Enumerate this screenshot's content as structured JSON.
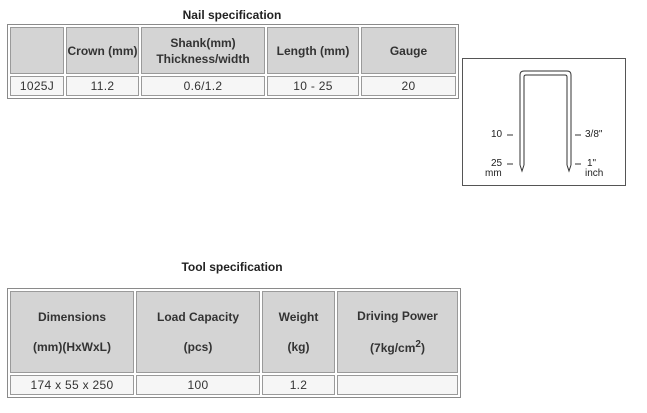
{
  "nail": {
    "title": "Nail specification",
    "headers": {
      "blank": "",
      "crown": "Crown (mm)",
      "shank_line1": "Shank(mm)",
      "shank_line2": "Thickness/width",
      "length": "Length (mm)",
      "gauge": "Gauge"
    },
    "row": [
      "1025J",
      "11.2",
      "0.6/1.2",
      "10 - 25",
      "20"
    ]
  },
  "diagram": {
    "left_top": "10",
    "left_bottom_num": "25",
    "left_bottom_unit": "mm",
    "right_top": "3/8\"",
    "right_bottom_num": "1\"",
    "right_bottom_unit": "inch"
  },
  "tool": {
    "title": "Tool specification",
    "headers": {
      "dimensions_line1": "Dimensions",
      "dimensions_line2": "(mm)(HxWxL)",
      "load_line1": "Load Capacity",
      "load_line2": "(pcs)",
      "weight_line1": "Weight",
      "weight_line2": "(kg)",
      "power_line1": "Driving Power",
      "power_line2_base": "(7kg/cm",
      "power_line2_sup": "2",
      "power_line2_end": ")"
    },
    "row": [
      "174 x 55 x 250",
      "100",
      "1.2",
      ""
    ]
  }
}
